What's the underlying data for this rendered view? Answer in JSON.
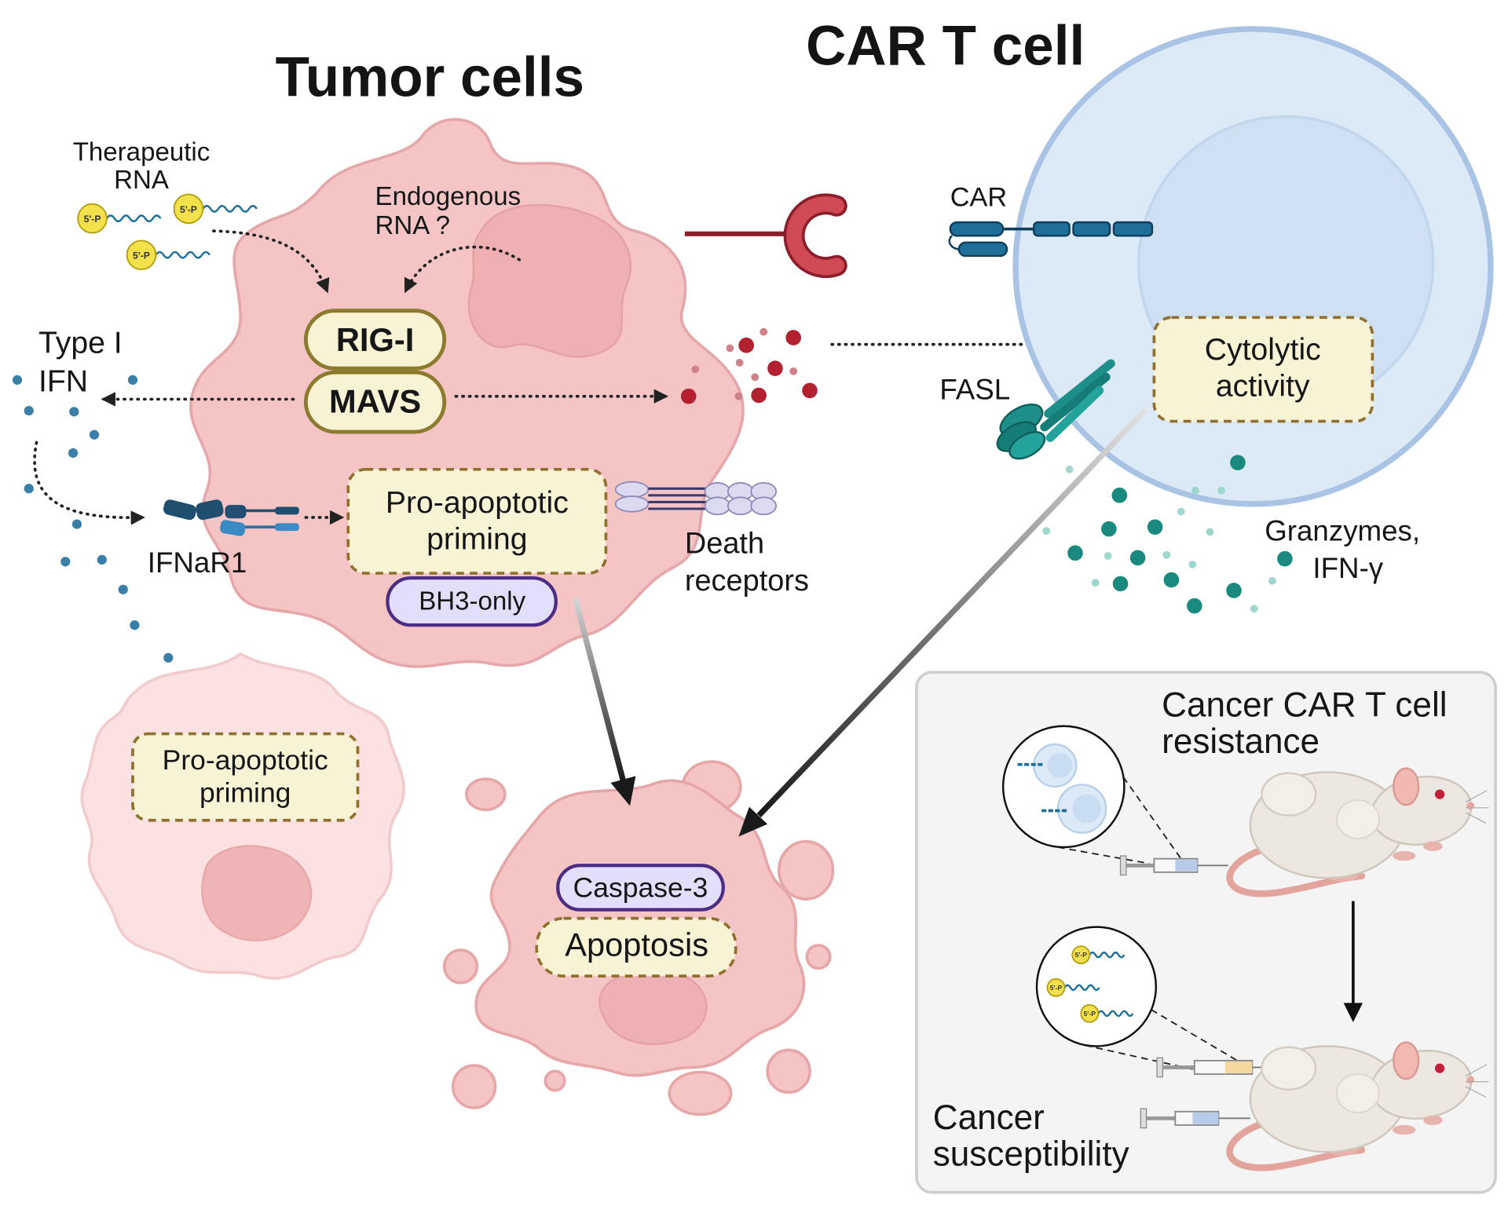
{
  "titles": {
    "tumor_cells": "Tumor cells",
    "car_t_cell": "CAR T cell"
  },
  "tumor_cell": {
    "therapeutic_rna": [
      "Therapeutic",
      "RNA"
    ],
    "rna_cap": "5'-P",
    "endogenous_rna": [
      "Endogenous",
      "RNA ?"
    ],
    "rig_i": "RIG-I",
    "mavs": "MAVS",
    "type_i_ifn": [
      "Type I",
      "IFN"
    ],
    "ifnar1": "IFNaR1",
    "pro_apoptotic_priming": [
      "Pro-apoptotic",
      "priming"
    ],
    "bh3_only": "BH3-only",
    "death_receptors": [
      "Death",
      "receptors"
    ]
  },
  "primed_cell": {
    "pro_apoptotic_priming": [
      "Pro-apoptotic",
      "priming"
    ]
  },
  "apoptotic_cell": {
    "caspase_3": "Caspase-3",
    "apoptosis": "Apoptosis"
  },
  "car_t_cell": {
    "car": "CAR",
    "fasl": "FASL",
    "cytolytic_activity": [
      "Cytolytic",
      "activity"
    ],
    "granzymes_ifn_gamma": [
      "Granzymes,",
      "IFN-γ"
    ]
  },
  "inset": {
    "title": [
      "Cancer CAR T cell",
      "resistance"
    ],
    "bottom_label": [
      "Cancer",
      "susceptibility"
    ],
    "rna_cap": "5'-P"
  },
  "colors": {
    "tumor_cell": "#f5c5c6",
    "car_t_cell": "#dce9f7",
    "priming_box": "#f9f3d6",
    "caspase_pill": "#e3defb",
    "ifn_dots": "#3a7fa8",
    "granzyme_dots": "#1a8a7e",
    "fasl": "#1e8e8a",
    "car": "#1f6e98",
    "ligand": "#c9424f"
  }
}
